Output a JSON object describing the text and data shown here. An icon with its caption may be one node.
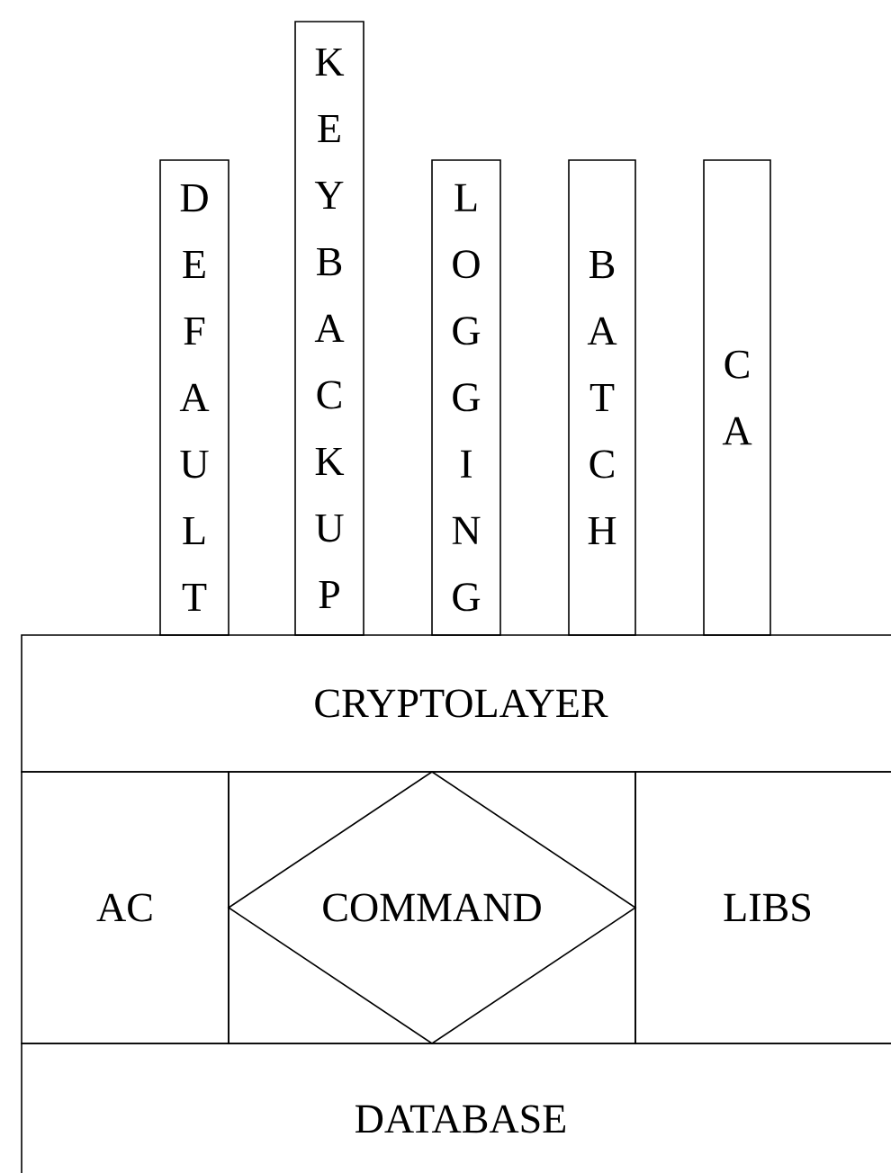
{
  "diagram": {
    "nodes": [
      {
        "text": [
          "DEFAULT"
        ]
      },
      {
        "text": [
          "KEYBACKUP"
        ]
      },
      {
        "text": [
          "LOGGING"
        ]
      },
      {
        "text": [
          "BATCH"
        ]
      },
      {
        "text": [
          "CA"
        ]
      },
      {
        "text": [
          "CRYPTOLAYER"
        ]
      },
      {
        "text": [
          "AC"
        ]
      },
      {
        "text": [],
        "shape": "box"
      },
      {
        "text": [
          "COMMAND"
        ],
        "in": 7
      },
      {
        "text": [
          "LIBS"
        ]
      },
      {
        "text": [
          "DATABASE"
        ]
      }
    ]
  }
}
